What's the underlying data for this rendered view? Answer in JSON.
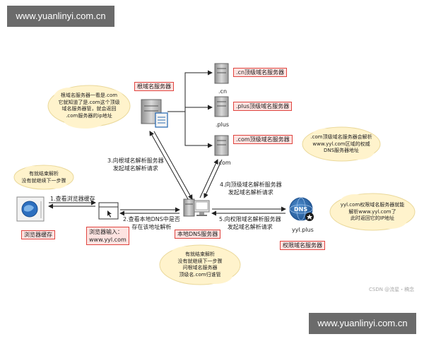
{
  "watermark": "www.yuanlinyi.com.cn",
  "servers": {
    "root": "根域名服务器",
    "cn_tld": ".cn顶级域名服务器",
    "plus_tld": ".plus顶级域名服务器",
    "com_tld": ".com顶级域名服务器",
    "local": "本地DNS服务器",
    "authoritative": "权限域名服务器",
    "browser_cache": "浏览器缓存",
    "browser_input": [
      "浏览器输入：",
      "www.yyl.com"
    ]
  },
  "tld_labels": [
    ".cn",
    ".plus",
    ".com"
  ],
  "dns_badge": "DNS",
  "authoritative_domain": "yyl.plus",
  "steps": {
    "s1": "1.查看浏览器缓存",
    "s2": [
      "2.查看本地DNS中是否",
      "存在该地址解析"
    ],
    "s3": [
      "3.向根域名解析服务器",
      "发起域名解析请求"
    ],
    "s4": [
      "4.向顶级域名解析服务器",
      "发起域名解析请求"
    ],
    "s5": [
      "5.向权限域名解析服务器",
      "发起域名解析请求"
    ]
  },
  "clouds": {
    "root_note": [
      "根域名服务器一看是.com",
      "它就知道了是.com这个顶级",
      "域名服务器管，就会返回",
      ".com服务器的ip地址"
    ],
    "cache_note": [
      "有就结束解析",
      "没有就继续下一步骤"
    ],
    "com_note": [
      ".com顶级域名服务器会解析",
      "www.yyl.com区域的权威",
      "DNS服务器地址"
    ],
    "auth_note": [
      "yyl.com权限域名服务器就能",
      "解析www.yyl.com了",
      "此时返回它的IP地址"
    ],
    "local_note": [
      "有就结束解析",
      "没有就继续下一步骤",
      "问根域名服务器",
      "顶级名.com归谁管"
    ]
  },
  "credit": "CSDN @流星・稿念"
}
